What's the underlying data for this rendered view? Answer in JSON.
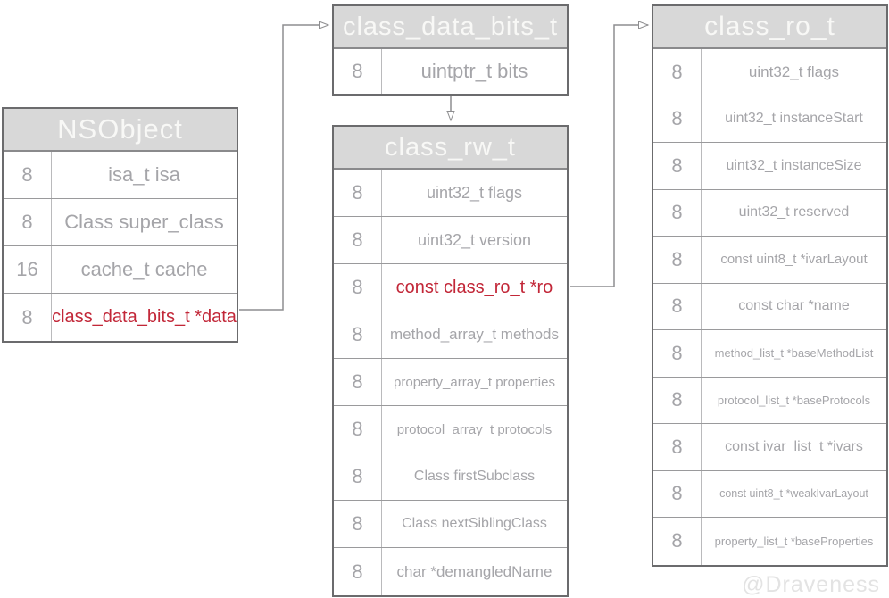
{
  "watermark": "@Draveness",
  "colors": {
    "header_bg": "#d8d8d8",
    "header_text": "#f8f8f6",
    "cell_text": "#a5a5a9",
    "highlight_text": "#c22738",
    "border_outer": "#6b6b6d",
    "arrow": "#8e8e90"
  },
  "tables": [
    {
      "title": "NSObject",
      "rows": [
        {
          "size": "8",
          "field": "isa_t isa"
        },
        {
          "size": "8",
          "field": "Class super_class"
        },
        {
          "size": "16",
          "field": "cache_t cache"
        },
        {
          "size": "8",
          "field": "class_data_bits_t *data",
          "highlight": true
        }
      ]
    },
    {
      "title": "class_data_bits_t",
      "rows": [
        {
          "size": "8",
          "field": "uintptr_t bits"
        }
      ]
    },
    {
      "title": "class_rw_t",
      "rows": [
        {
          "size": "8",
          "field": "uint32_t flags"
        },
        {
          "size": "8",
          "field": "uint32_t version"
        },
        {
          "size": "8",
          "field": "const class_ro_t *ro",
          "highlight": true
        },
        {
          "size": "8",
          "field": "method_array_t methods"
        },
        {
          "size": "8",
          "field": "property_array_t properties"
        },
        {
          "size": "8",
          "field": "protocol_array_t protocols"
        },
        {
          "size": "8",
          "field": "Class firstSubclass"
        },
        {
          "size": "8",
          "field": "Class nextSiblingClass"
        },
        {
          "size": "8",
          "field": "char *demangledName"
        }
      ]
    },
    {
      "title": "class_ro_t",
      "rows": [
        {
          "size": "8",
          "field": "uint32_t flags"
        },
        {
          "size": "8",
          "field": "uint32_t instanceStart"
        },
        {
          "size": "8",
          "field": "uint32_t instanceSize"
        },
        {
          "size": "8",
          "field": "uint32_t reserved"
        },
        {
          "size": "8",
          "field": "const uint8_t *ivarLayout"
        },
        {
          "size": "8",
          "field": "const char *name"
        },
        {
          "size": "8",
          "field": "method_list_t *baseMethodList"
        },
        {
          "size": "8",
          "field": "protocol_list_t *baseProtocols"
        },
        {
          "size": "8",
          "field": "const ivar_list_t *ivars"
        },
        {
          "size": "8",
          "field": "const uint8_t *weakIvarLayout"
        },
        {
          "size": "8",
          "field": "property_list_t *baseProperties"
        }
      ]
    }
  ],
  "connections": [
    {
      "from": "NSObject: class_data_bits_t *data",
      "to": "class_data_bits_t"
    },
    {
      "from": "class_data_bits_t",
      "to": "class_rw_t"
    },
    {
      "from": "class_rw_t: const class_ro_t *ro",
      "to": "class_ro_t"
    }
  ]
}
